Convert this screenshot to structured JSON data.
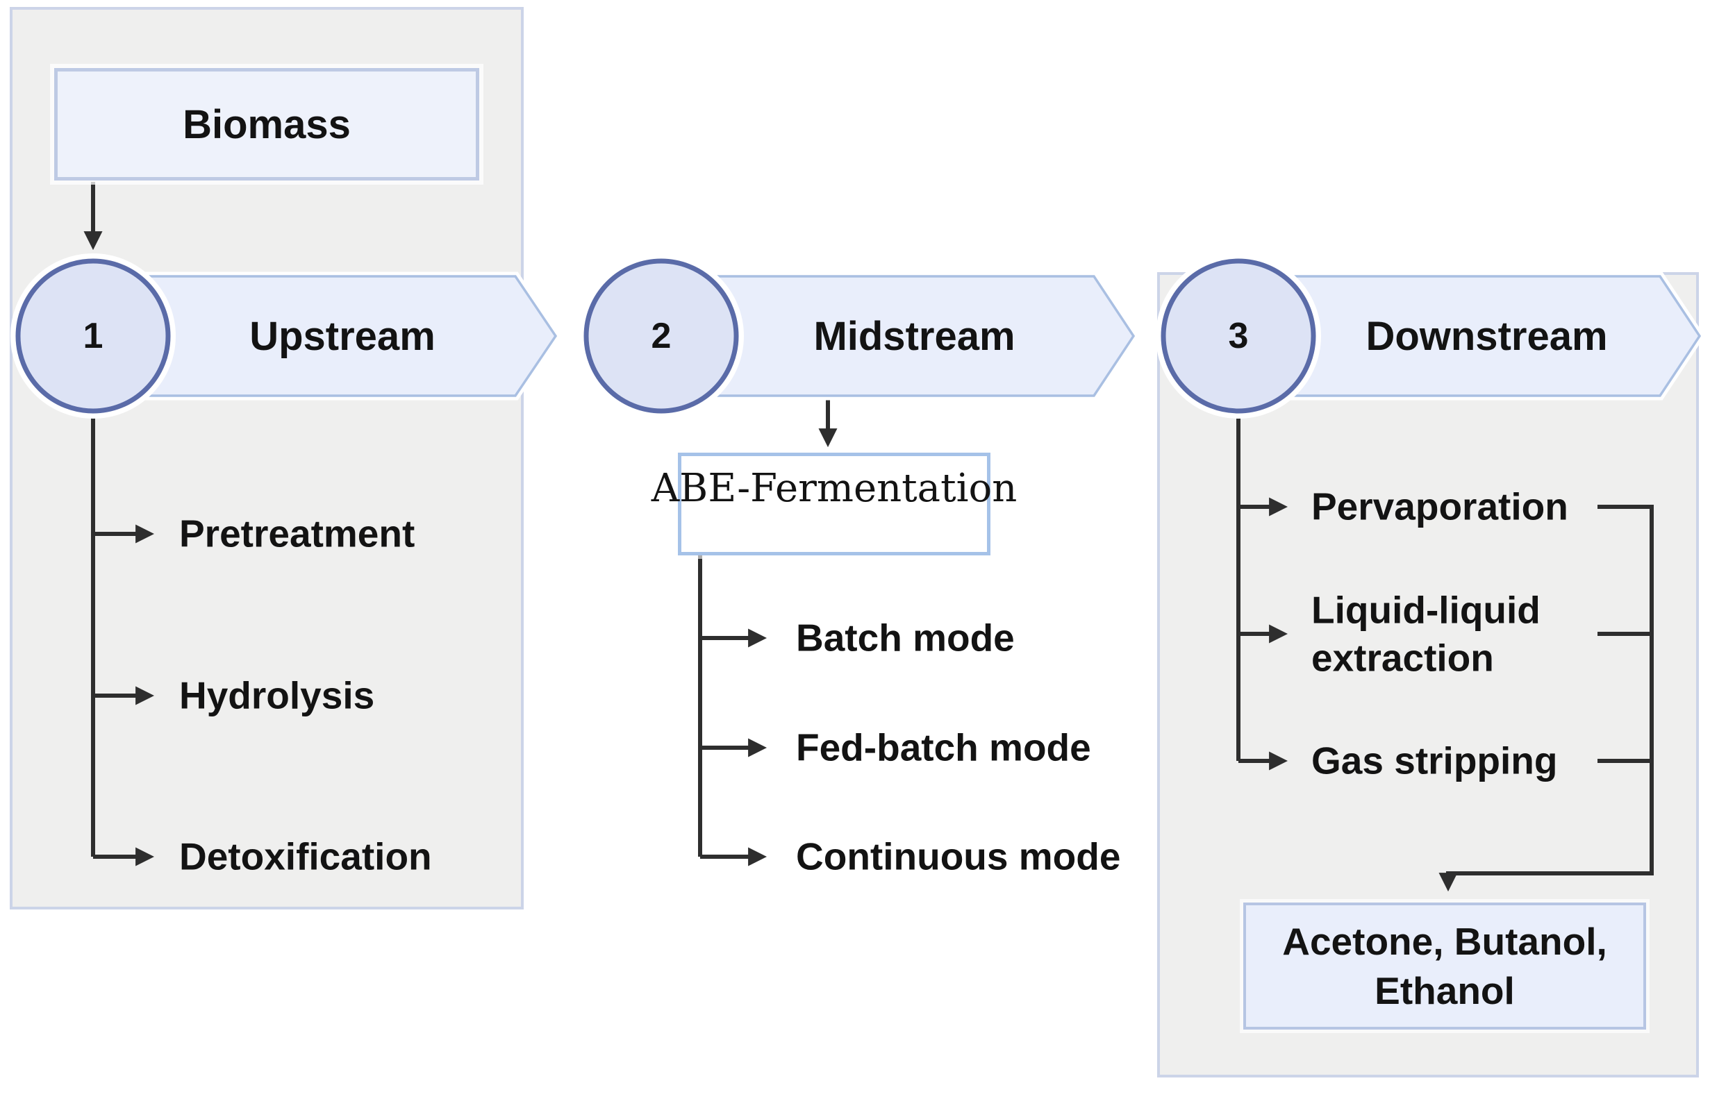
{
  "colors": {
    "panel_fill": "#efefee",
    "panel_border": "#ccd4e8",
    "banner_fill": "#e9eefb",
    "banner_border": "#a9bfe2",
    "circle_fill": "#dde3f5",
    "circle_border": "#5a6ba8",
    "biomass_fill": "#eef2fb",
    "biomass_border": "#becae4",
    "abe_border": "#a5c2e8",
    "acetone_fill": "#e9eefb",
    "acetone_border": "#b6c5e3",
    "line": "#2e2e2e"
  },
  "biomass": {
    "label": "Biomass"
  },
  "stages": [
    {
      "number": "1",
      "title": "Upstream",
      "items": [
        {
          "label": "Pretreatment"
        },
        {
          "label": "Hydrolysis"
        },
        {
          "label": "Detoxification"
        }
      ]
    },
    {
      "number": "2",
      "title": "Midstream",
      "process_box": "ABE-Fermentation",
      "items": [
        {
          "label": "Batch mode"
        },
        {
          "label": "Fed-batch mode"
        },
        {
          "label": "Continuous mode"
        }
      ]
    },
    {
      "number": "3",
      "title": "Downstream",
      "items": [
        {
          "label": "Pervaporation"
        },
        {
          "label": "Liquid-liquid\nextraction"
        },
        {
          "label": "Gas stripping"
        }
      ],
      "product_box": "Acetone, Butanol,\nEthanol"
    }
  ]
}
